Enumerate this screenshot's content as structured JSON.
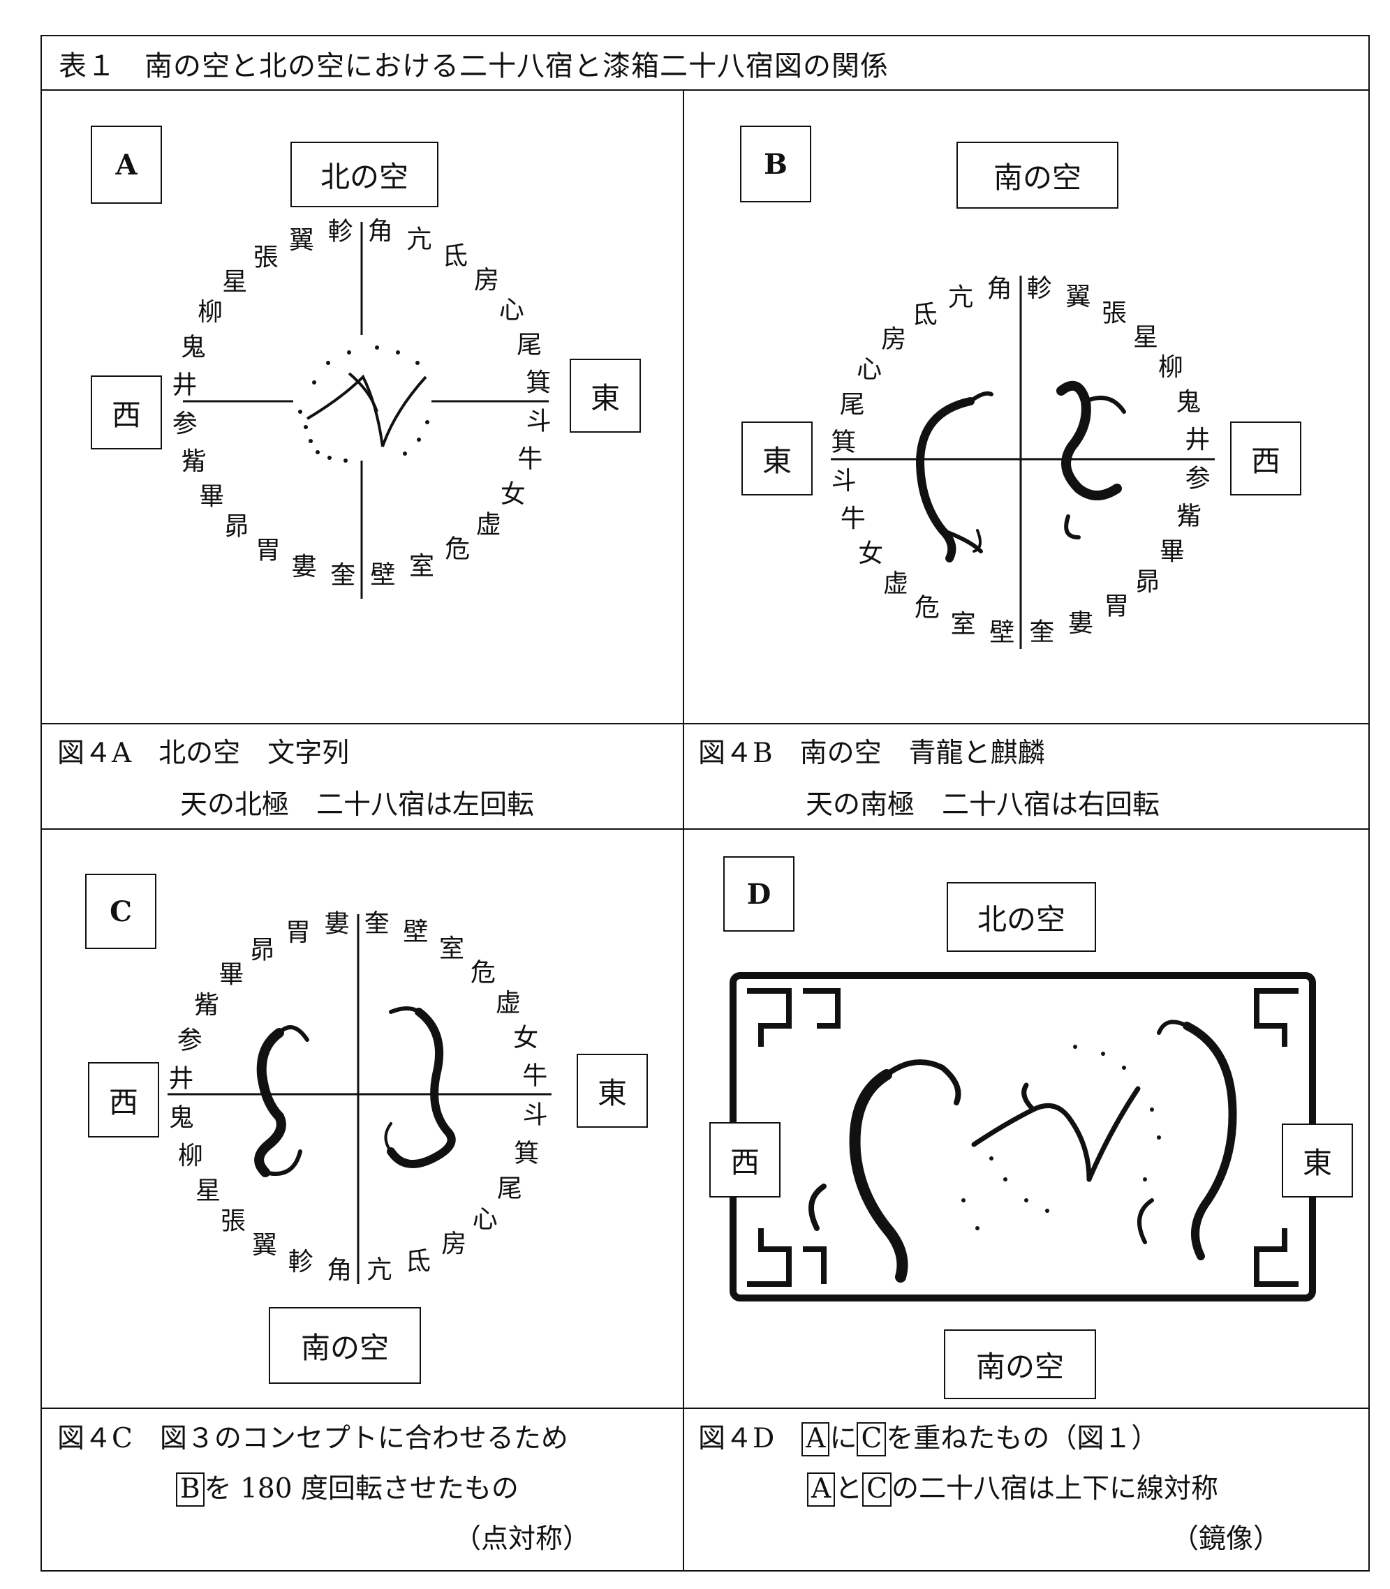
{
  "table_title": "表１　南の空と北の空における二十八宿と漆箱二十八宿図の関係",
  "panels": {
    "A": {
      "label": "A",
      "sky": "北の空",
      "west": "西",
      "east": "東",
      "mansions": [
        "角",
        "亢",
        "氐",
        "房",
        "心",
        "尾",
        "箕",
        "斗",
        "牛",
        "女",
        "虚",
        "危",
        "室",
        "壁",
        "奎",
        "婁",
        "胃",
        "昴",
        "畢",
        "觜",
        "参",
        "井",
        "鬼",
        "柳",
        "星",
        "張",
        "翼",
        "軫"
      ]
    },
    "B": {
      "label": "B",
      "sky": "南の空",
      "west": "西",
      "east": "東",
      "mansions": [
        "軫",
        "翼",
        "張",
        "星",
        "柳",
        "鬼",
        "井",
        "参",
        "觜",
        "畢",
        "昴",
        "胃",
        "婁",
        "奎",
        "壁",
        "室",
        "危",
        "虚",
        "女",
        "牛",
        "斗",
        "箕",
        "尾",
        "心",
        "房",
        "氐",
        "亢",
        "角"
      ]
    },
    "C": {
      "label": "C",
      "sky": "南の空",
      "west": "西",
      "east": "東",
      "mansions": [
        "奎",
        "壁",
        "室",
        "危",
        "虚",
        "女",
        "牛",
        "斗",
        "箕",
        "尾",
        "心",
        "房",
        "氐",
        "亢",
        "角",
        "軫",
        "翼",
        "張",
        "星",
        "柳",
        "鬼",
        "井",
        "参",
        "觜",
        "畢",
        "昴",
        "胃",
        "婁"
      ]
    },
    "D": {
      "label": "D",
      "sky_top": "北の空",
      "sky_bottom": "南の空",
      "west": "西",
      "east": "東"
    }
  },
  "captions": {
    "A": {
      "line1": "図４A　北の空　文字列",
      "line2": "天の北極　二十八宿は左回転"
    },
    "B": {
      "line1": "図４B　南の空　青龍と麒麟",
      "line2": "天の南極　二十八宿は右回転"
    },
    "C": {
      "line1": "図４C　図３のコンセプトに合わせるため",
      "line2_box": "B",
      "line2_rest": "を 180 度回転させたもの",
      "line3": "（点対称）"
    },
    "D": {
      "line1_prefix": "図４D　",
      "line1_box1": "A",
      "line1_mid": "に",
      "line1_box2": "C",
      "line1_rest": "を重ねたもの（図１）",
      "line2_box1": "A",
      "line2_mid": "と",
      "line2_box2": "C",
      "line2_rest": "の二十八宿は上下に線対称",
      "line3": "（鏡像）"
    }
  }
}
